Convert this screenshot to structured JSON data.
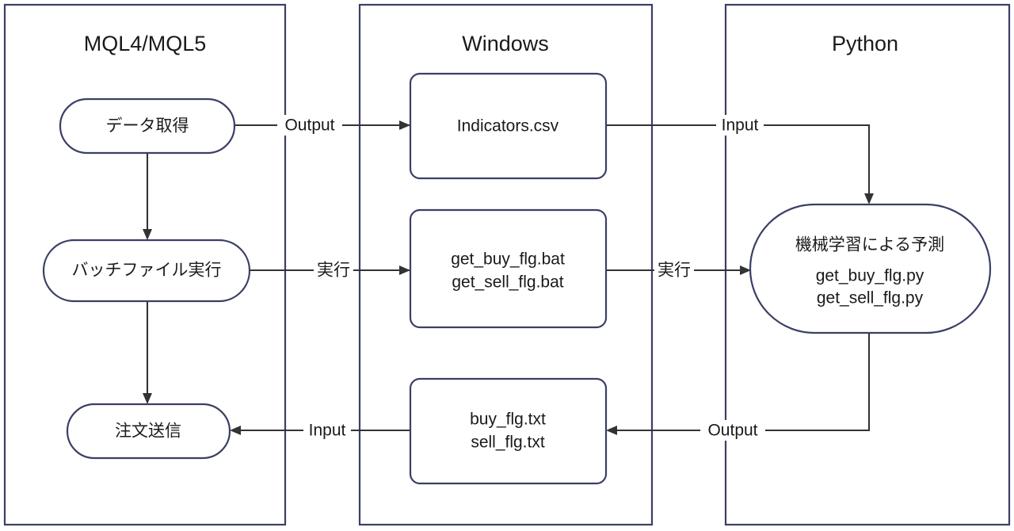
{
  "diagram": {
    "title_visible": false,
    "lanes": [
      {
        "id": "mql",
        "label": "MQL4/MQL5"
      },
      {
        "id": "windows",
        "label": "Windows"
      },
      {
        "id": "python",
        "label": "Python"
      }
    ],
    "nodes": [
      {
        "id": "data-acquire",
        "lane": "mql",
        "shape": "stadium",
        "lines": [
          "データ取得"
        ]
      },
      {
        "id": "batch-exec",
        "lane": "mql",
        "shape": "stadium",
        "lines": [
          "バッチファイル実行"
        ]
      },
      {
        "id": "order-send",
        "lane": "mql",
        "shape": "stadium",
        "lines": [
          "注文送信"
        ]
      },
      {
        "id": "indicators-csv",
        "lane": "windows",
        "shape": "rounded-rect",
        "lines": [
          "Indicators.csv"
        ]
      },
      {
        "id": "bat-files",
        "lane": "windows",
        "shape": "rounded-rect",
        "lines": [
          "get_buy_flg.bat",
          "get_sell_flg.bat"
        ]
      },
      {
        "id": "txt-files",
        "lane": "windows",
        "shape": "rounded-rect",
        "lines": [
          "buy_flg.txt",
          "sell_flg.txt"
        ]
      },
      {
        "id": "ml-predict",
        "lane": "python",
        "shape": "stadium",
        "lines": [
          "機械学習による予測",
          "get_buy_flg.py",
          "get_sell_flg.py"
        ]
      }
    ],
    "edges": [
      {
        "id": "edge-output-top",
        "from": "data-acquire",
        "to": "indicators-csv",
        "label": "Output"
      },
      {
        "id": "edge-input-top",
        "from": "indicators-csv",
        "to": "ml-predict",
        "label": "Input"
      },
      {
        "id": "edge-exec-left",
        "from": "batch-exec",
        "to": "bat-files",
        "label": "実行"
      },
      {
        "id": "edge-exec-right",
        "from": "bat-files",
        "to": "ml-predict",
        "label": "実行"
      },
      {
        "id": "edge-output-bottom",
        "from": "ml-predict",
        "to": "txt-files",
        "label": "Output"
      },
      {
        "id": "edge-input-bottom",
        "from": "txt-files",
        "to": "order-send",
        "label": "Input"
      },
      {
        "id": "edge-acquire-to-batch",
        "from": "data-acquire",
        "to": "batch-exec",
        "label": ""
      },
      {
        "id": "edge-batch-to-order",
        "from": "batch-exec",
        "to": "order-send",
        "label": ""
      }
    ],
    "colors": {
      "shape_stroke": "#3b3f66",
      "edge_stroke": "#333333",
      "text": "#1a1a1a",
      "background": "#ffffff"
    }
  }
}
